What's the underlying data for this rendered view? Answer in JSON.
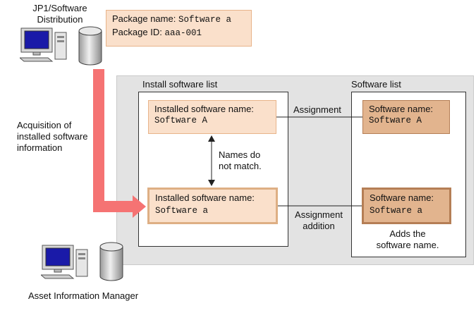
{
  "labels": {
    "jp1": "JP1/Software",
    "jp1_line2": "Distribution",
    "acquisition_line1": "Acquisition of",
    "acquisition_line2": "installed software",
    "acquisition_line3": "information",
    "asset_manager": "Asset Information Manager",
    "install_list_title": "Install software list",
    "software_list_title": "Software list",
    "assignment": "Assignment",
    "assignment_addition_line1": "Assignment",
    "assignment_addition_line2": "addition",
    "names_mismatch_line1": "Names do",
    "names_mismatch_line2": "not match.",
    "adds_line1": "Adds the",
    "adds_line2": "software name."
  },
  "package": {
    "name_label": "Package name: ",
    "name_value": "Software a",
    "id_label": "Package ID: ",
    "id_value": "aaa-001"
  },
  "installed_a": {
    "label": "Installed software name:",
    "value": "Software A"
  },
  "installed_b": {
    "label": "Installed software name:",
    "value": "Software a"
  },
  "software_A": {
    "label": "Software name:",
    "value": "Software A"
  },
  "software_b": {
    "label": "Software name:",
    "value": "Software a"
  },
  "colors": {
    "acquisition_arrow": "#f57373",
    "box_light": "#fae0cb",
    "box_dark": "#e2b48e",
    "panel_gray": "#e3e3e3"
  },
  "icons": {
    "distribution_computer": "computer-icon",
    "distribution_db": "database-icon",
    "asset_computer": "computer-icon",
    "asset_db": "database-icon"
  }
}
